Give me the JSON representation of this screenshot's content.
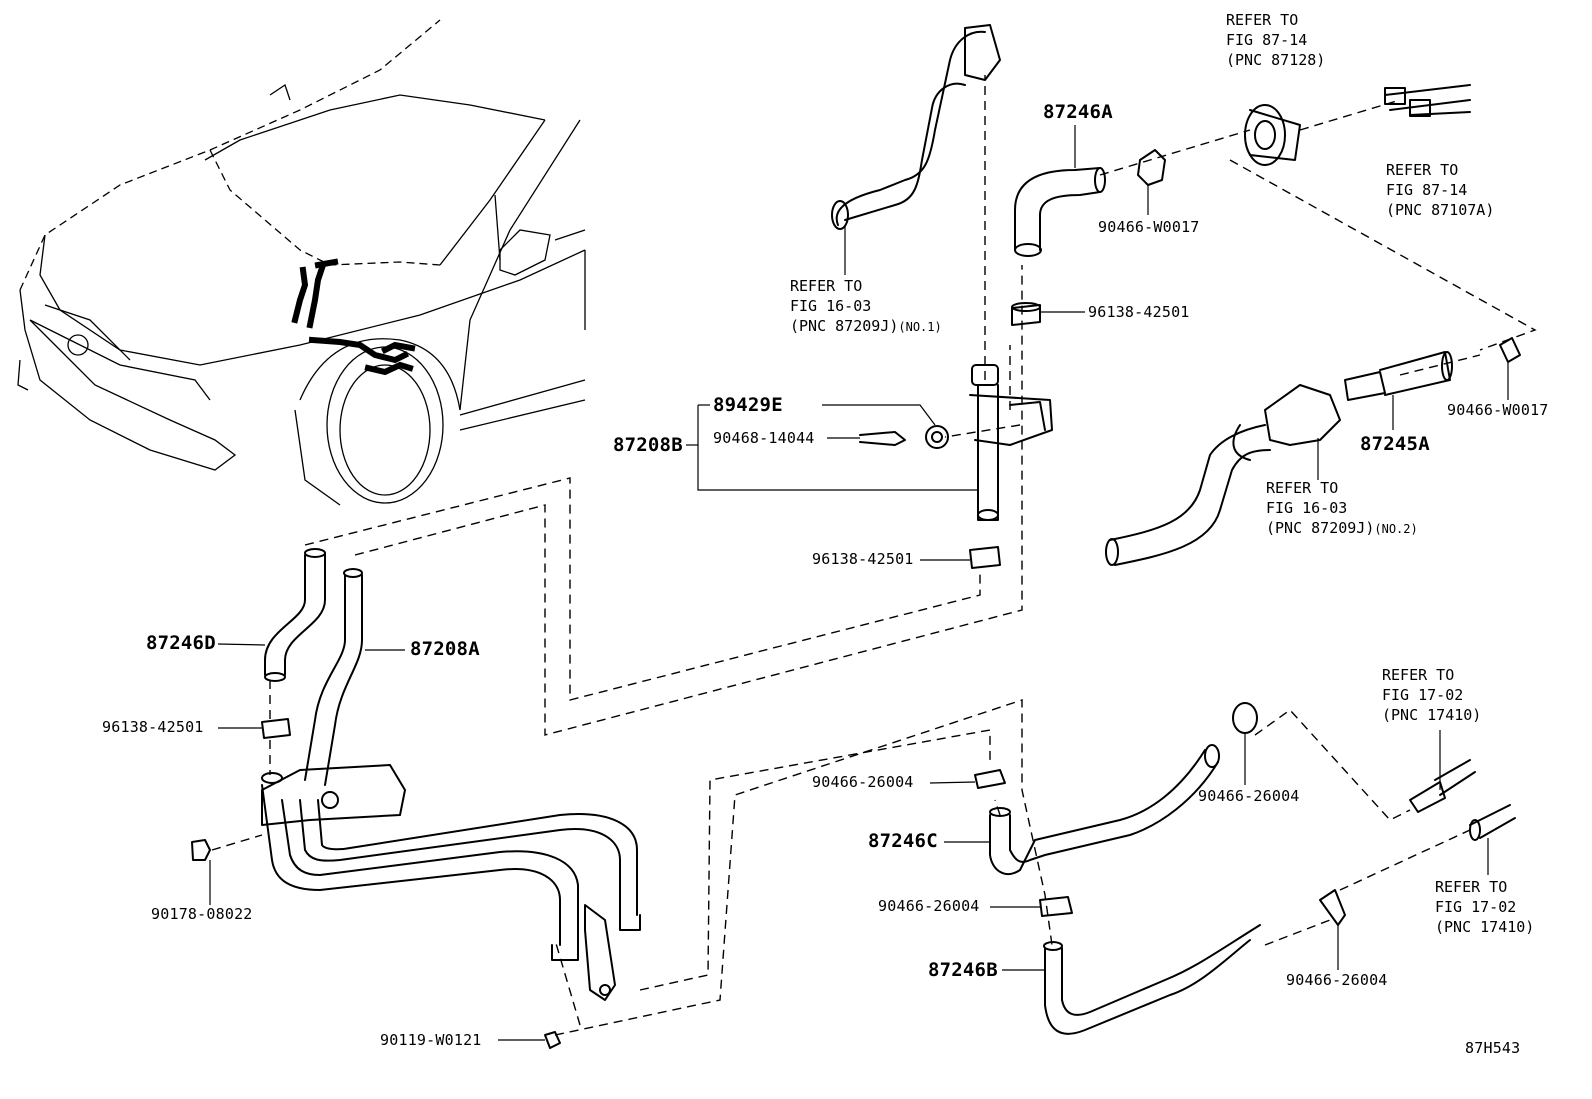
{
  "diagram": {
    "code": "87H543",
    "part_numbers": {
      "p87246A": "87246A",
      "p90466_W0017_a": "90466-W0017",
      "p96138_42501_a": "96138-42501",
      "p89429E": "89429E",
      "p87208B": "87208B",
      "p90468_14044": "90468-14044",
      "p96138_42501_b": "96138-42501",
      "p87245A": "87245A",
      "p90466_W0017_b": "90466-W0017",
      "p87246D": "87246D",
      "p87208A": "87208A",
      "p96138_42501_c": "96138-42501",
      "p90178_08022": "90178-08022",
      "p90119_W0121": "90119-W0121",
      "p90466_26004_a": "90466-26004",
      "p87246C": "87246C",
      "p90466_26004_b": "90466-26004",
      "p90466_26004_c": "90466-26004",
      "p87246B": "87246B",
      "p90466_26004_d": "90466-26004"
    },
    "refers": {
      "r1": {
        "line1": "REFER TO",
        "line2": "FIG 87-14",
        "line3": "(PNC 87128)"
      },
      "r2": {
        "line1": "REFER TO",
        "line2": "FIG 87-14",
        "line3": "(PNC 87107A)"
      },
      "r3": {
        "line1": "REFER TO",
        "line2": "FIG 16-03",
        "line3": "(PNC 87209J)",
        "note": "(NO.1)"
      },
      "r4": {
        "line1": "REFER TO",
        "line2": "FIG 16-03",
        "line3": "(PNC 87209J)",
        "note": "(NO.2)"
      },
      "r5": {
        "line1": "REFER TO",
        "line2": "FIG 17-02",
        "line3": "(PNC 17410)"
      },
      "r6": {
        "line1": "REFER TO",
        "line2": "FIG 17-02",
        "line3": "(PNC 17410)"
      }
    }
  }
}
